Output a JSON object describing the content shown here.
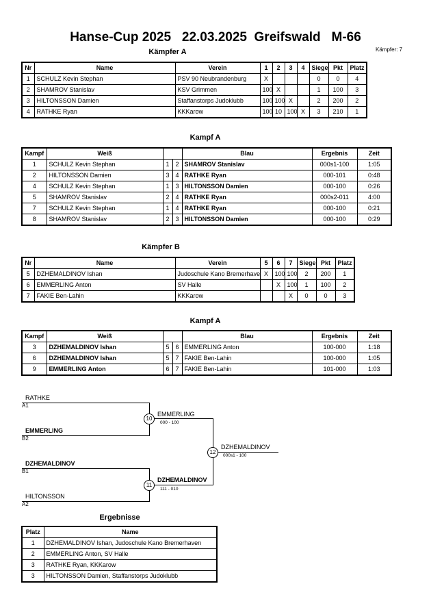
{
  "header": {
    "title": "Hanse-Cup 2025   22.03.2025  Greifswald   M-66",
    "fighters_count": "Kämpfer: 7"
  },
  "pool_a": {
    "title": "Kämpfer A",
    "columns": [
      "Nr",
      "Name",
      "Verein",
      "1",
      "2",
      "3",
      "4",
      "Siege",
      "Pkt",
      "Platz"
    ],
    "rows": [
      [
        "1",
        "SCHULZ Kevin Stephan",
        "PSV 90 Neubrandenburg",
        "X",
        "",
        "",
        "",
        "0",
        "0",
        "4"
      ],
      [
        "2",
        "SHAMROV Stanislav",
        "KSV Grimmen",
        "100",
        "X",
        "",
        "",
        "1",
        "100",
        "3"
      ],
      [
        "3",
        "HILTONSSON Damien",
        "Staffanstorps Judoklubb",
        "100",
        "100",
        "X",
        "",
        "2",
        "200",
        "2"
      ],
      [
        "4",
        "RATHKE Ryan",
        "KKKarow",
        "100",
        "10",
        "100",
        "X",
        "3",
        "210",
        "1"
      ]
    ]
  },
  "fights_a": {
    "title": "Kampf A",
    "columns": [
      "Kampf",
      "Weiß",
      "",
      "",
      "Blau",
      "Ergebnis",
      "Zeit"
    ],
    "rows": [
      [
        "1",
        "SCHULZ Kevin Stephan",
        "1",
        "2",
        "SHAMROV Stanislav",
        "000s1-100",
        "1:05"
      ],
      [
        "2",
        "HILTONSSON Damien",
        "3",
        "4",
        "RATHKE Ryan",
        "000-101",
        "0:48"
      ],
      [
        "4",
        "SCHULZ Kevin Stephan",
        "1",
        "3",
        "HILTONSSON Damien",
        "000-100",
        "0:26"
      ],
      [
        "5",
        "SHAMROV Stanislav",
        "2",
        "4",
        "RATHKE Ryan",
        "000s2-011",
        "4:00"
      ],
      [
        "7",
        "SCHULZ Kevin Stephan",
        "1",
        "4",
        "RATHKE Ryan",
        "000-100",
        "0:21"
      ],
      [
        "8",
        "SHAMROV Stanislav",
        "2",
        "3",
        "HILTONSSON Damien",
        "000-100",
        "0:29"
      ]
    ]
  },
  "pool_b": {
    "title": "Kämpfer B",
    "columns": [
      "Nr",
      "Name",
      "Verein",
      "5",
      "6",
      "7",
      "Siege",
      "Pkt",
      "Platz"
    ],
    "rows": [
      [
        "5",
        "DZHEMALDINOV Ishan",
        "Judoschule Kano Bremerhaven",
        "X",
        "100",
        "100",
        "2",
        "200",
        "1"
      ],
      [
        "6",
        "EMMERLING Anton",
        "SV Halle",
        "",
        "X",
        "100",
        "1",
        "100",
        "2"
      ],
      [
        "7",
        "FAKIE Ben-Lahin",
        "KKKarow",
        "",
        "",
        "X",
        "0",
        "0",
        "3"
      ]
    ]
  },
  "fights_b": {
    "title": "Kampf A",
    "columns": [
      "Kampf",
      "Weiß",
      "",
      "",
      "Blau",
      "Ergebnis",
      "Zeit"
    ],
    "rows": [
      [
        "3",
        "DZHEMALDINOV Ishan",
        "5",
        "6",
        "EMMERLING Anton",
        "100-000",
        "1:18"
      ],
      [
        "6",
        "DZHEMALDINOV Ishan",
        "5",
        "7",
        "FAKIE Ben-Lahin",
        "100-000",
        "1:05"
      ],
      [
        "9",
        "EMMERLING Anton",
        "6",
        "7",
        "FAKIE Ben-Lahin",
        "101-000",
        "1:03"
      ]
    ]
  },
  "bracket": {
    "semi1": {
      "top_name": "RATHKE",
      "top_seed": "A1",
      "bottom_name": "EMMERLING",
      "bottom_seed": "B2",
      "number": "10",
      "winner": "EMMERLING",
      "score": "000 - 100"
    },
    "semi2": {
      "top_name": "DZHEMALDINOV",
      "top_seed": "B1",
      "bottom_name": "HILTONSSON",
      "bottom_seed": "A2",
      "number": "11",
      "winner": "DZHEMALDINOV",
      "score": "111 - 010"
    },
    "final": {
      "number": "12",
      "winner": "DZHEMALDINOV",
      "score": "000s1 - 100"
    }
  },
  "results": {
    "title": "Ergebnisse",
    "columns": [
      "Platz",
      "Name"
    ],
    "rows": [
      [
        "1",
        "DZHEMALDINOV Ishan, Judoschule Kano Bremerhaven"
      ],
      [
        "2",
        "EMMERLING Anton, SV Halle"
      ],
      [
        "3",
        "RATHKE Ryan, KKKarow"
      ],
      [
        "3",
        "HILTONSSON Damien, Staffanstorps Judoklubb"
      ]
    ]
  }
}
